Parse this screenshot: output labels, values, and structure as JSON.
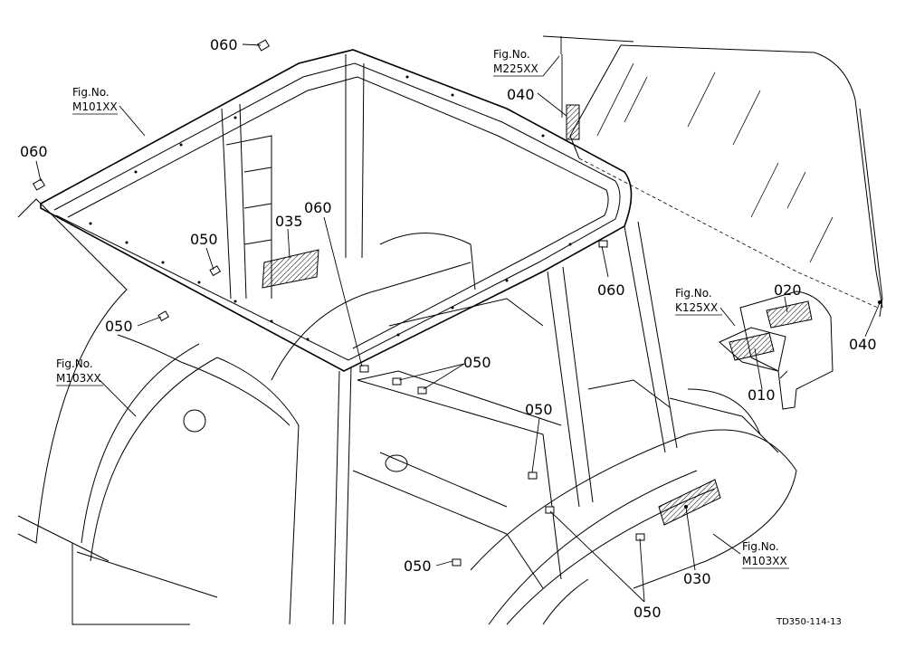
{
  "callouts": [
    {
      "id": "c060a",
      "text": "060"
    },
    {
      "id": "c060b",
      "text": "060"
    },
    {
      "id": "c060c",
      "text": "060"
    },
    {
      "id": "c060d",
      "text": "060"
    },
    {
      "id": "c040a",
      "text": "040"
    },
    {
      "id": "c040b",
      "text": "040"
    },
    {
      "id": "c035",
      "text": "035"
    },
    {
      "id": "c050a",
      "text": "050"
    },
    {
      "id": "c050b",
      "text": "050"
    },
    {
      "id": "c050c",
      "text": "050"
    },
    {
      "id": "c050d",
      "text": "050"
    },
    {
      "id": "c050e",
      "text": "050"
    },
    {
      "id": "c050f",
      "text": "050"
    },
    {
      "id": "c020",
      "text": "020"
    },
    {
      "id": "c010",
      "text": "010"
    },
    {
      "id": "c030",
      "text": "030"
    }
  ],
  "fig_refs": [
    {
      "id": "fM101",
      "label": "Fig.No.",
      "code": "M101XX"
    },
    {
      "id": "fM225",
      "label": "Fig.No.",
      "code": "M225XX"
    },
    {
      "id": "fM103L",
      "label": "Fig.No.",
      "code": "M103XX"
    },
    {
      "id": "fK125",
      "label": "Fig.No.",
      "code": "K125XX"
    },
    {
      "id": "fM103R",
      "label": "Fig.No.",
      "code": "M103XX"
    }
  ],
  "drawing_ref": "TD350-114-13"
}
